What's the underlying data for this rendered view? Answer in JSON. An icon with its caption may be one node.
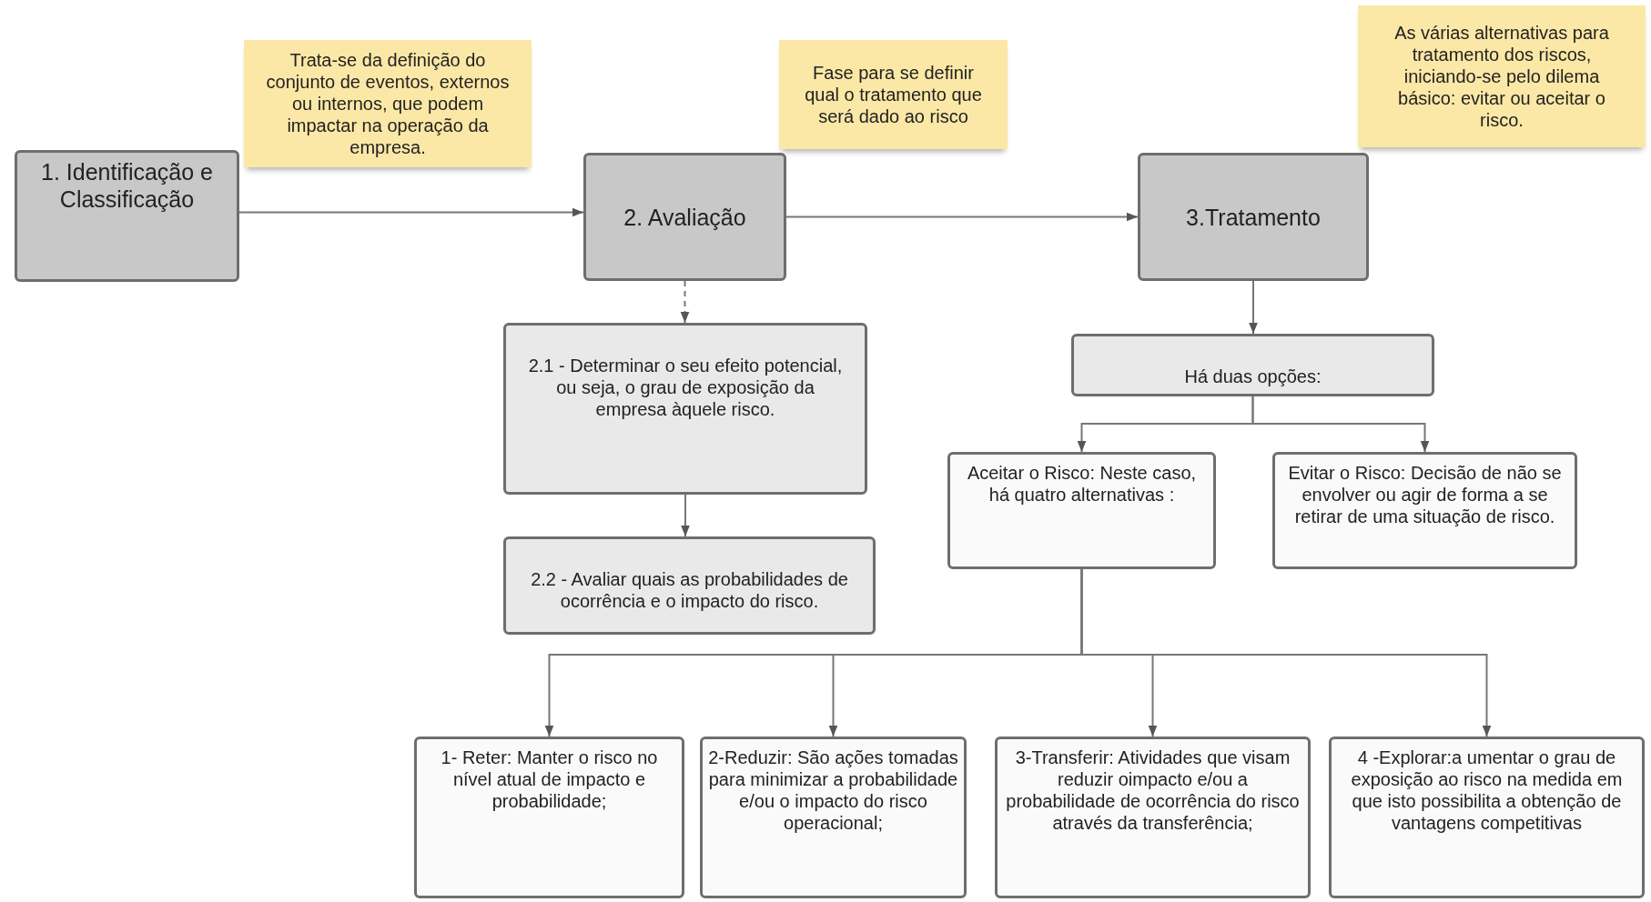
{
  "diagram": {
    "nodes": [
      {
        "text": [
          "1. Identificação e Classificação"
        ]
      },
      {
        "text": [
          "Trata-se da definição do conjunto de eventos, externos ou internos, que podem impactar na operação da empresa."
        ]
      },
      {
        "text": [
          "2. Avaliação"
        ]
      },
      {
        "text": [
          "Fase para se definir qual o tratamento que será dado ao risco"
        ]
      },
      {
        "text": [
          "3.Tratamento"
        ]
      },
      {
        "text": [
          "As várias alternativas para tratamento dos riscos, iniciando-se pelo dilema básico: evitar ou aceitar o risco."
        ]
      },
      {
        "text": [
          "2.1 - Determinar o seu efeito potencial, ou seja, o grau de exposição da empresa àquele risco."
        ]
      },
      {
        "text": [
          "2.2 - Avaliar quais as probabilidades de ocorrência e o  impacto do risco."
        ]
      },
      {
        "text": [
          "Há duas opções:"
        ]
      },
      {
        "text": [
          "Aceitar o Risco: Neste caso, há quatro alternativas :"
        ]
      },
      {
        "text": [
          "Evitar o Risco: Decisão de não se envolver ou agir de forma a se retirar de uma situação de risco."
        ]
      },
      {
        "text": [
          "1- Reter: Manter o risco no nível atual de impacto e probabilidade;"
        ]
      },
      {
        "text": [
          "2-Reduzir: São ações tomadas para minimizar a probabilidade e/ou o impacto do risco operacional;"
        ]
      },
      {
        "text": [
          "3-Transferir: Atividades que visam reduzir oimpacto e/ou a probabilidade de ocorrência do risco através da transferência;"
        ]
      },
      {
        "text": [
          "4 -Explorar:a umentar o grau de exposição ao risco na medida em que isto possibilita a obtenção de vantagens competitivas"
        ]
      }
    ],
    "edges": [
      {
        "from": 0,
        "to": 2,
        "arrow": "to"
      },
      {
        "from": 2,
        "to": 4,
        "arrow": "to"
      },
      {
        "from": 2,
        "to": 6,
        "arrow": "to",
        "style": "dashed"
      },
      {
        "from": 6,
        "to": 7,
        "arrow": "to"
      },
      {
        "from": 4,
        "to": 8,
        "arrow": "to"
      },
      {
        "from": 8,
        "to": 9,
        "arrow": "to"
      },
      {
        "from": 8,
        "to": 10,
        "arrow": "to"
      },
      {
        "from": 9,
        "to": 11,
        "arrow": "to"
      },
      {
        "from": 9,
        "to": 12,
        "arrow": "to"
      },
      {
        "from": 9,
        "to": 13,
        "arrow": "to"
      },
      {
        "from": 9,
        "to": 14,
        "arrow": "to"
      }
    ]
  }
}
